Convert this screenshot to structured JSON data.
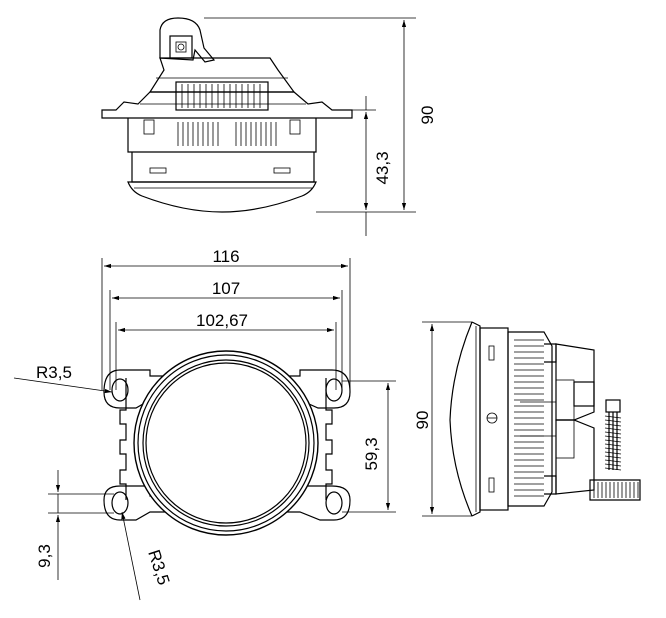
{
  "drawing": {
    "top_view": {
      "height_total": "90",
      "height_body": "43,3"
    },
    "front_view": {
      "width_outer": "116",
      "width_mid": "107",
      "width_inner": "102,67",
      "hole_spacing_v": "59,3",
      "radius_top": "R3,5",
      "radius_bottom": "R3,5",
      "offset_small": "9,3"
    },
    "side_view": {
      "height_total": "90"
    }
  }
}
